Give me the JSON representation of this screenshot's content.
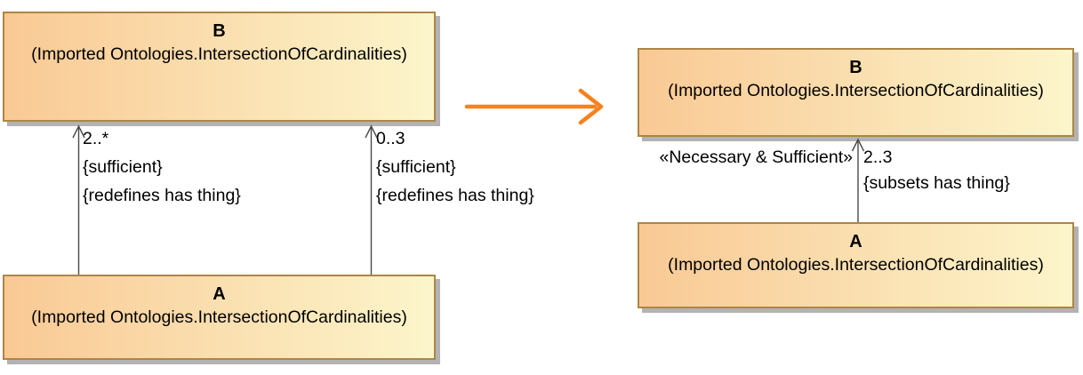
{
  "colors": {
    "box_fill_left": "#F9C994",
    "box_fill_right": "#FCF5CB",
    "box_border": "#AD8547",
    "box_shadow": "#B3B3B3",
    "edge_line": "#4A4A4A",
    "transform_arrow": "#F5821F",
    "text": "#000000"
  },
  "left_diagram": {
    "class_b": {
      "name": "B",
      "qualifier": "(Imported Ontologies.IntersectionOfCardinalities)"
    },
    "class_a": {
      "name": "A",
      "qualifier": "(Imported Ontologies.IntersectionOfCardinalities)"
    },
    "edge_left": {
      "multiplicity": "2..*",
      "constraints": [
        "{sufficient}",
        "{redefines has thing}"
      ]
    },
    "edge_right": {
      "multiplicity": "0..3",
      "constraints": [
        "{sufficient}",
        "{redefines has thing}"
      ]
    }
  },
  "right_diagram": {
    "class_b": {
      "name": "B",
      "qualifier": "(Imported Ontologies.IntersectionOfCardinalities)"
    },
    "class_a": {
      "name": "A",
      "qualifier": "(Imported Ontologies.IntersectionOfCardinalities)"
    },
    "edge": {
      "stereotype": "«Necessary & Sufficient»",
      "multiplicity": "2..3",
      "constraints": [
        "{subsets has thing}"
      ]
    }
  }
}
